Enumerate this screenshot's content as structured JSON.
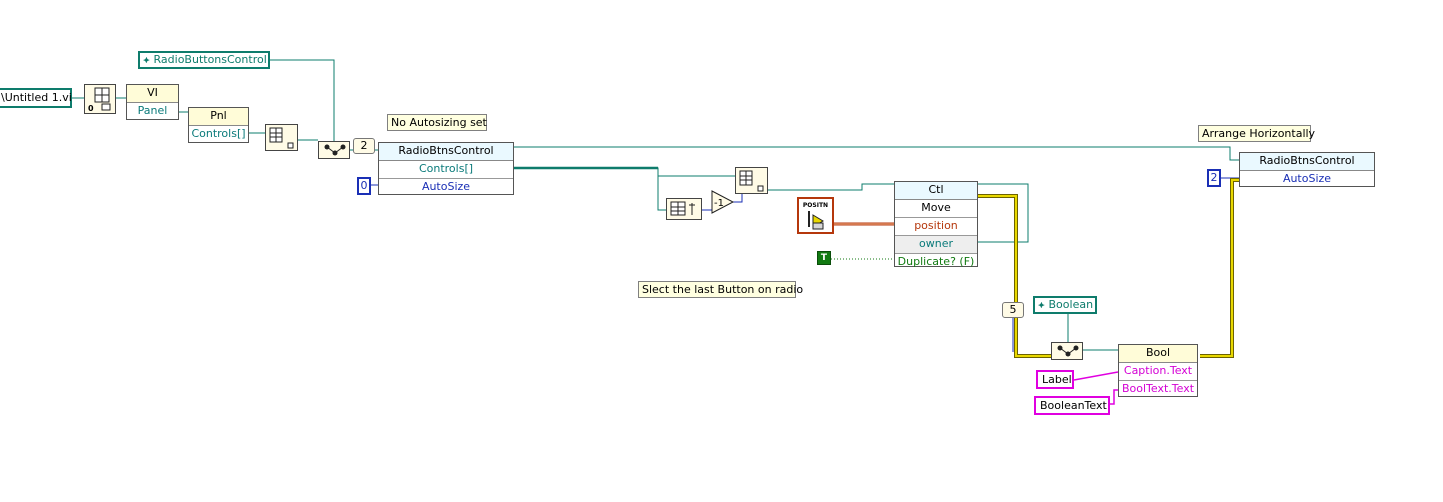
{
  "labels": {
    "no_autosizing": "No Autosizing set",
    "arrange_horizontally": "Arrange Horizontally",
    "select_last_button": "Slect the last Button on radio"
  },
  "controls": {
    "vi_path": "\\Untitled 1.vi",
    "radio_ref": "RadioButtonsControl",
    "boolean_ref": "Boolean"
  },
  "nodes": {
    "vi_node": {
      "title": "VI",
      "rows": [
        "Panel"
      ]
    },
    "pnl_node": {
      "title": "Pnl",
      "rows": [
        "Controls[]"
      ]
    },
    "radio_node_1": {
      "title": "RadioBtnsControl",
      "rows": [
        "Controls[]",
        "AutoSize"
      ]
    },
    "radio_node_2": {
      "title": "RadioBtnsControl",
      "rows": [
        "AutoSize"
      ]
    },
    "ctl_node": {
      "title": "Ctl",
      "rows": [
        "Move",
        "position",
        "owner",
        "Duplicate? (F)"
      ]
    },
    "bool_node": {
      "title": "Bool",
      "rows": [
        "Caption.Text",
        "BoolText.Text"
      ]
    }
  },
  "constants": {
    "index_2": "2",
    "autosize_0": "0",
    "autosize_2": "2",
    "count_5": "5",
    "true_const": "T",
    "minus_one": "-1",
    "position_label": "POSITN",
    "label_text": "Label",
    "boolean_text": "BooleanText"
  },
  "colors": {
    "wire_ref": "#0e7c6c",
    "wire_error": "#d6c200",
    "wire_numeric": "#1a2fb5",
    "wire_bool": "#117a11",
    "wire_string": "#e000e0",
    "wire_cluster": "#b5370c"
  }
}
